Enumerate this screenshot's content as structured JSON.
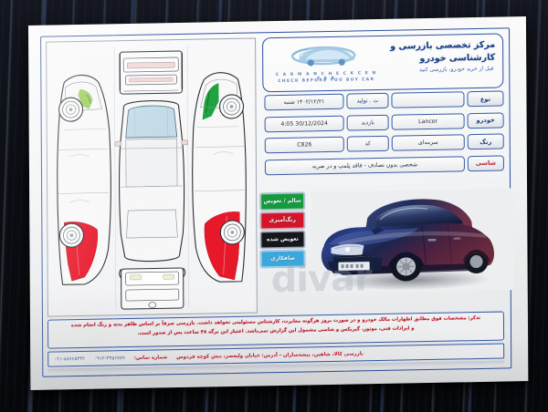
{
  "scene": {
    "description": "Printed Persian vehicle body inspection form photographed on dark striped fabric",
    "paper_color": "#f4f5f6",
    "frame_color": "#2b4fa0",
    "backdrop_color": "#0c0e14"
  },
  "header": {
    "title_fa": "مرکز تخصصی بازرسی و کارشناسی خودرو",
    "subtitle_fa": "قبل از خرید خودرو، بازرسی کنید",
    "english_line1": "C A R M A N   C H E C K   C E N T E R",
    "english_line2": "CHECK BEFORE YOU BUY CAR",
    "logo_icon": "car-logo-icon"
  },
  "fields": {
    "rows": [
      {
        "label": "نوع",
        "label_color": "#1d3f86",
        "value": "",
        "mid": "ت . تولید",
        "main": "۱۴۰۲/۱۲/۲۱ شنبه"
      },
      {
        "label": "خودرو",
        "label_color": "#1d3f86",
        "value": "Lancer",
        "mid": "بازدید",
        "main": "30/12/2024 4:05"
      },
      {
        "label": "رنگ",
        "label_color": "#1d3f86",
        "value": "سرمه‌ای",
        "mid": "کد",
        "main": "C826"
      },
      {
        "label": "شاسی",
        "label_color": "#c2182c",
        "value": "",
        "mid": "",
        "main": "شخصی بدون تصادف - فاقد پلمپ و در ضربه"
      }
    ]
  },
  "legend": {
    "items": [
      {
        "label": "سالم / تعویض",
        "color": "#169a3f",
        "name": "legend-healthy"
      },
      {
        "label": "رنگ‌آمیزی",
        "color": "#d2152a",
        "name": "legend-painted"
      },
      {
        "label": "تعویض شده",
        "color": "#16171c",
        "name": "legend-replaced"
      },
      {
        "label": "صافکاری",
        "color": "#3aa7dd",
        "name": "legend-bodywork"
      }
    ]
  },
  "diagram": {
    "title": "car-body-damage-diagram",
    "views": [
      "side-left",
      "top",
      "side-right",
      "front",
      "rear"
    ],
    "marked_regions": [
      {
        "view": "side-left",
        "area": "rear-quarter-panel",
        "status": "painted",
        "color": "#e8182b"
      },
      {
        "view": "side-left",
        "area": "front-fender",
        "status": "healthy",
        "color": "#6fb52e"
      },
      {
        "view": "side-right",
        "area": "rear-quarter-panel",
        "status": "painted",
        "color": "#e8182b"
      },
      {
        "view": "side-right",
        "area": "front-fender",
        "status": "healthy",
        "color": "#1ea33f"
      },
      {
        "view": "top",
        "area": "windshield",
        "status": "glass",
        "color": "#c3dbe8"
      }
    ]
  },
  "photo": {
    "name": "vehicle-photo",
    "subject": "Mitsubishi Lancer sedan, front three-quarter view",
    "body_color": "#1d2a5e",
    "accent_color": "#5a2338"
  },
  "watermark": {
    "text": "divar",
    "color": "#96a0ac"
  },
  "warning": {
    "line1": "تذکر: مشخصات فوق مطابق اظهارات مالک خودرو و در صورت بروز هرگونه مغایرت، کارشناس مسئولیتی نخواهد داشت. بازرسی صرفاً بر اساس ظاهر بدنه و رنگ انجام شده",
    "line2": "و ایرادات فنی، موتور، گیربکس و شاسی مشمول این گزارش نمی‌باشد. اعتبار این برگه ۴۸ ساعت پس از صدور است."
  },
  "footer": {
    "segments": [
      {
        "text": "بازرسی کالا، شاهین، پیشه‌سازان - آدرس: خیابان ولیعصر، نبش کوچه فردوس",
        "color": "#c2182c"
      },
      {
        "text": "شماره تماس:",
        "color": "#c2182c"
      },
      {
        "text": "۰۹۱۲-۳۴۵۶۷۸۹",
        "color": "#4c6ba8"
      },
      {
        "text": "۰۲۱-۸۸۷۶۵۴۳۲",
        "color": "#4c6ba8"
      }
    ]
  }
}
